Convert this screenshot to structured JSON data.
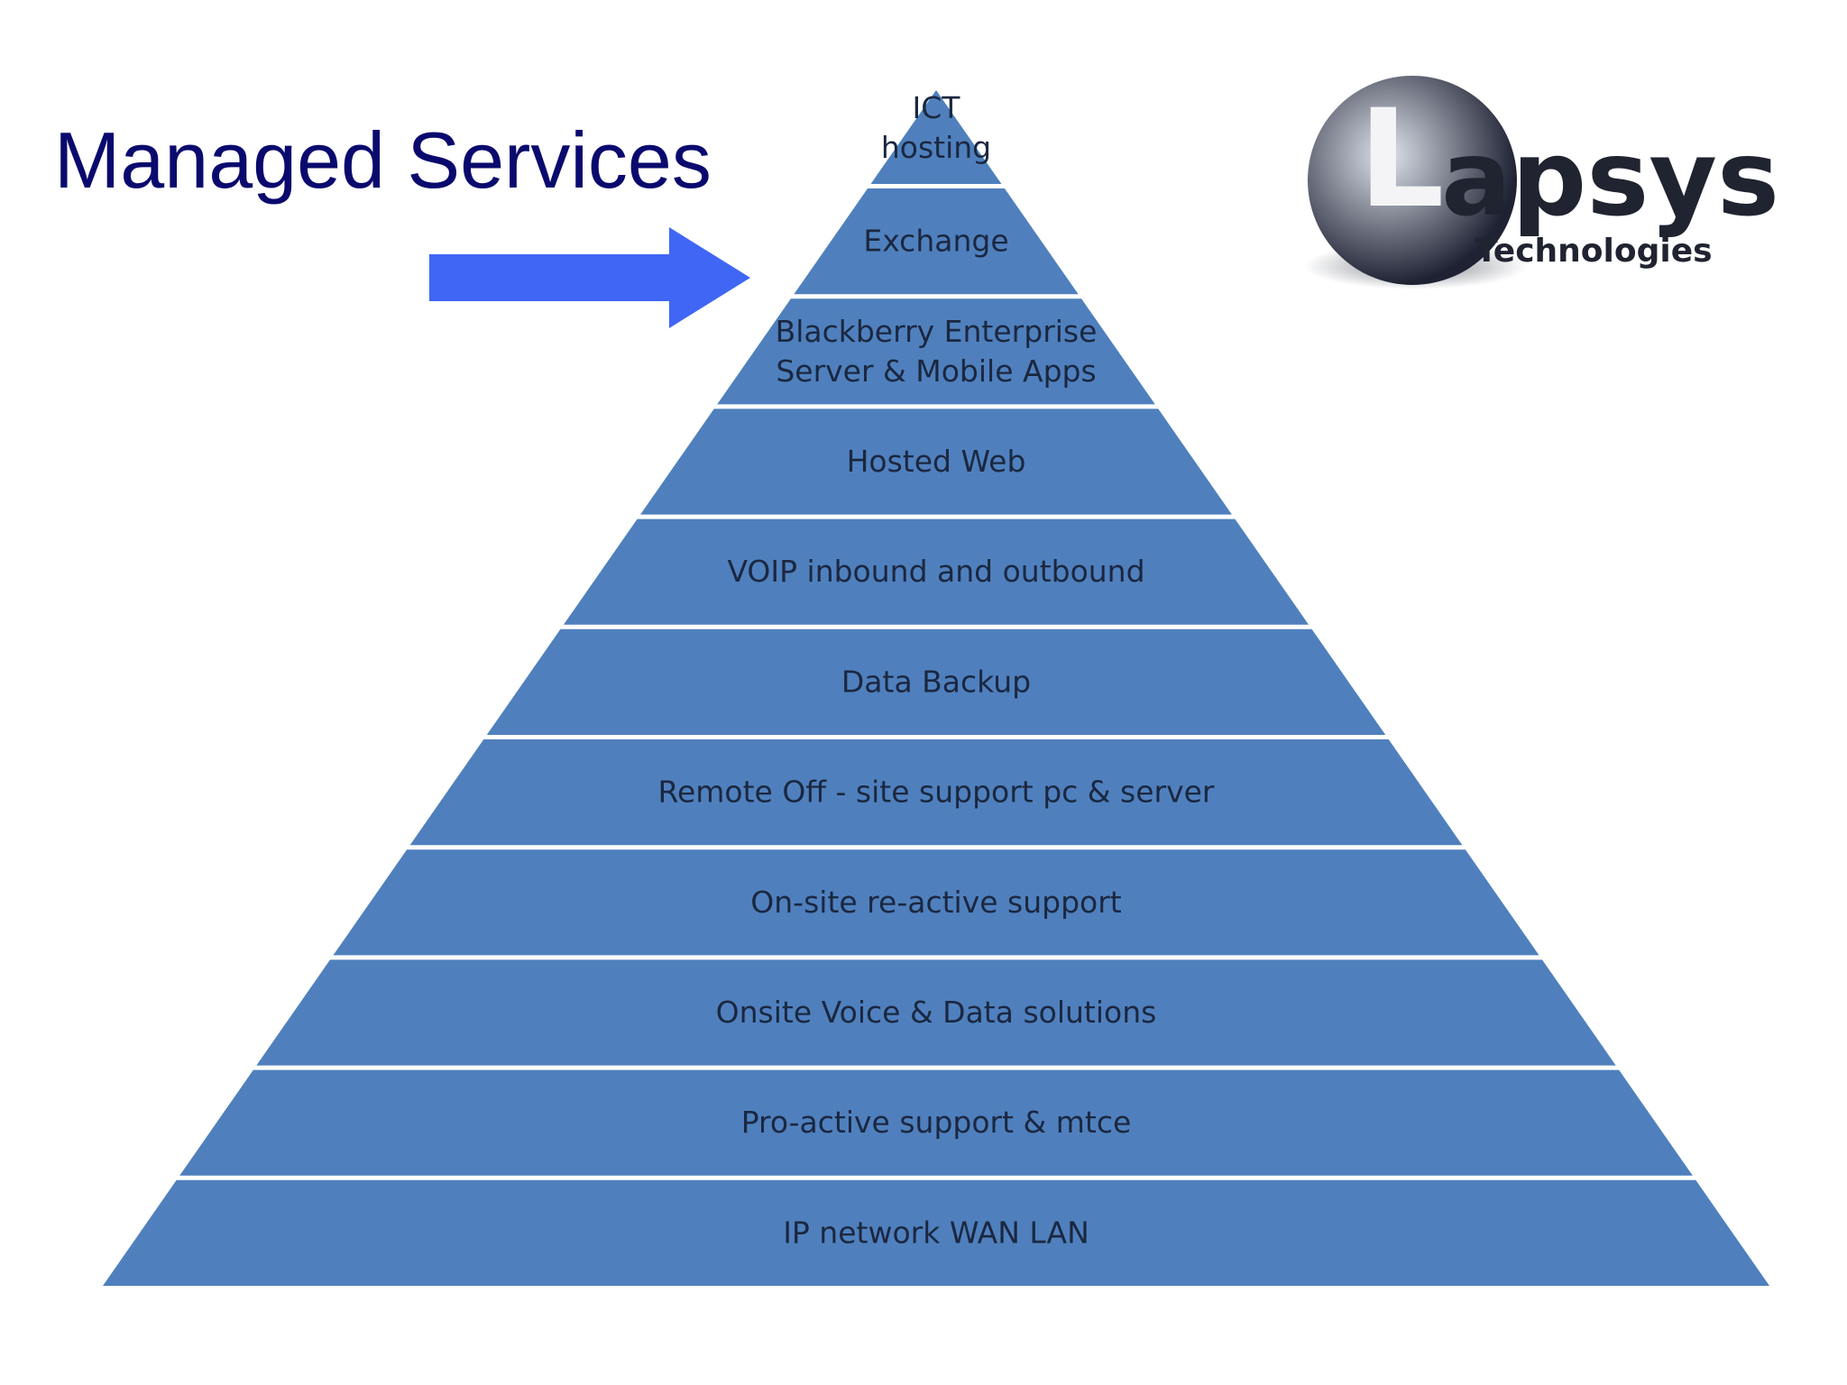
{
  "title": "Managed Services",
  "colors": {
    "title": "#0a0a6e",
    "arrow": "#3f66f4",
    "tier_fill": "#4f80bd",
    "tier_text": "#1b2740",
    "logo_sphere_light": "#dfe3ec",
    "logo_sphere_dark": "#1e2233",
    "logo_text": "#202330"
  },
  "pyramid": {
    "tiers": [
      {
        "lines": [
          "ICT",
          "hosting"
        ]
      },
      {
        "lines": [
          "Exchange"
        ]
      },
      {
        "lines": [
          "Blackberry Enterprise",
          "Server & Mobile Apps"
        ]
      },
      {
        "lines": [
          "Hosted Web"
        ]
      },
      {
        "lines": [
          "VOIP inbound and outbound"
        ]
      },
      {
        "lines": [
          "Data Backup"
        ]
      },
      {
        "lines": [
          "Remote Off - site support  pc & server"
        ]
      },
      {
        "lines": [
          "On-site re-active support"
        ]
      },
      {
        "lines": [
          "Onsite Voice & Data solutions"
        ]
      },
      {
        "lines": [
          "Pro-active  support & mtce"
        ]
      },
      {
        "lines": [
          "IP network WAN LAN"
        ]
      }
    ]
  },
  "logo": {
    "initial": "L",
    "rest": "apsys",
    "subtitle": "Technologies"
  },
  "icons": {
    "pointer_arrow": "arrow-right-icon",
    "logo_sphere": "sphere-icon"
  }
}
